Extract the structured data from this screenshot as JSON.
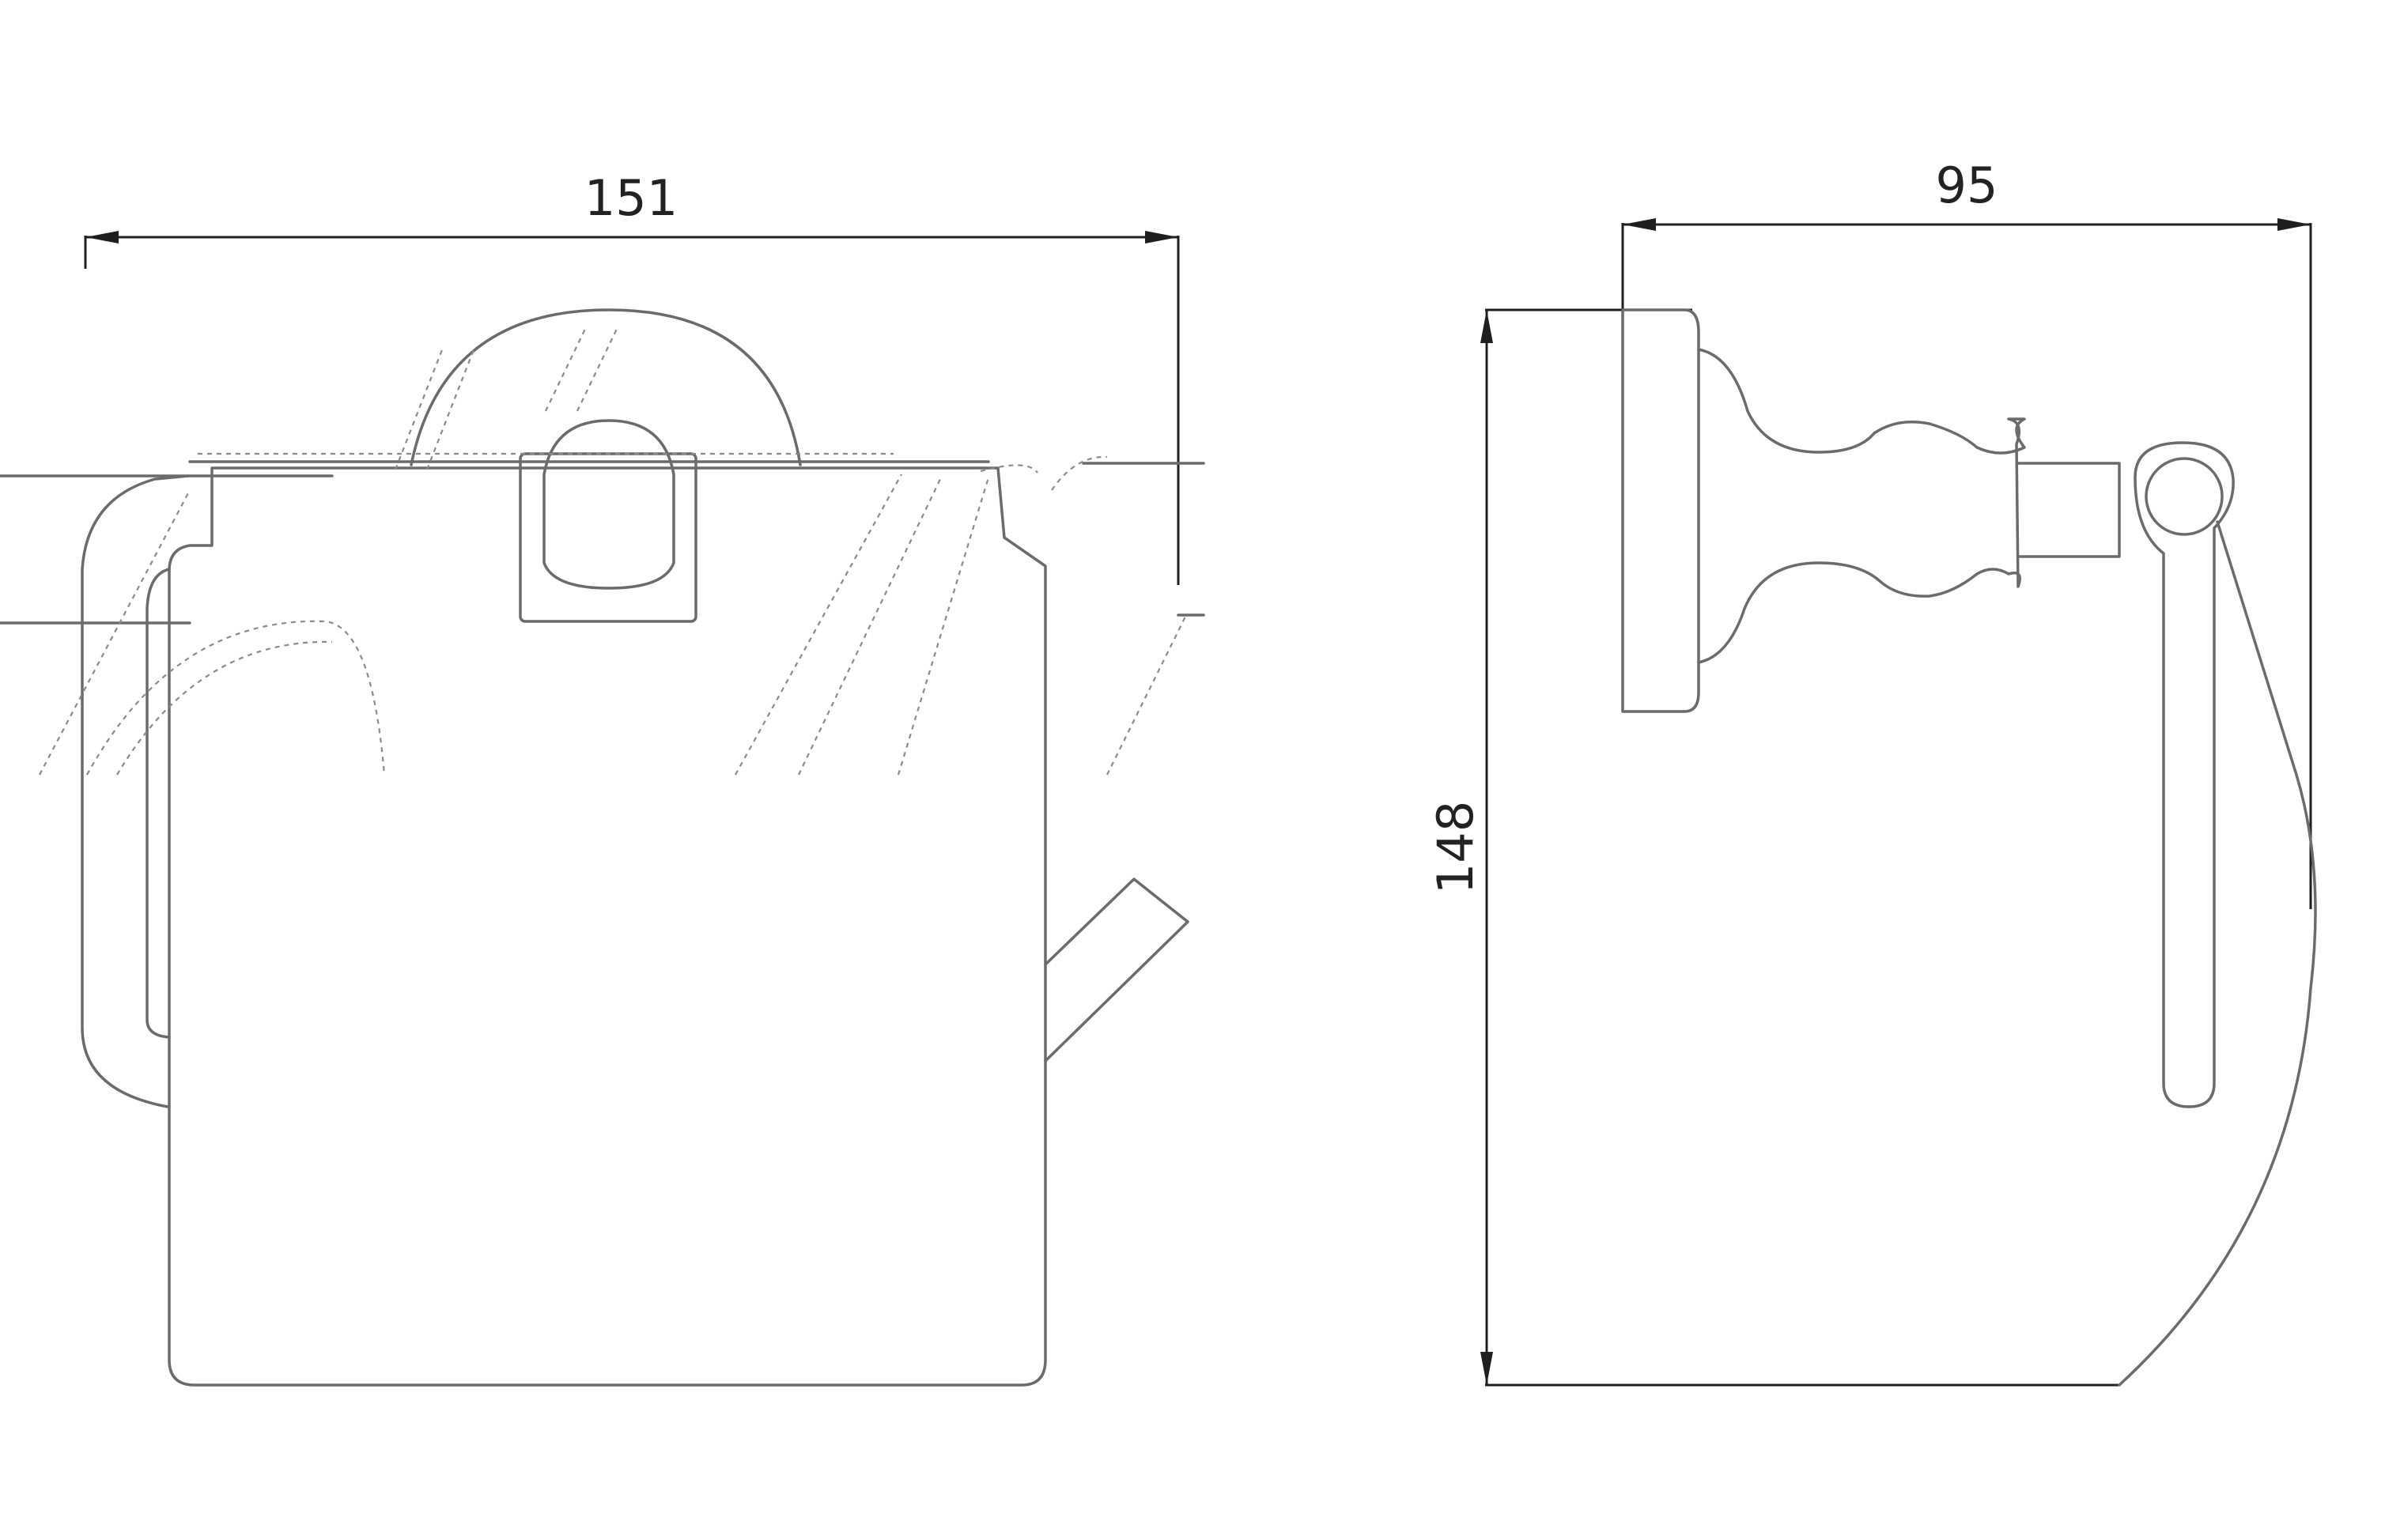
{
  "front_view": {
    "width_label": "151"
  },
  "side_view": {
    "depth_label": "95",
    "height_label": "148"
  },
  "colors": {
    "outline": "#6b6b6b",
    "dimension": "#1f1f1f",
    "background": "#ffffff"
  }
}
